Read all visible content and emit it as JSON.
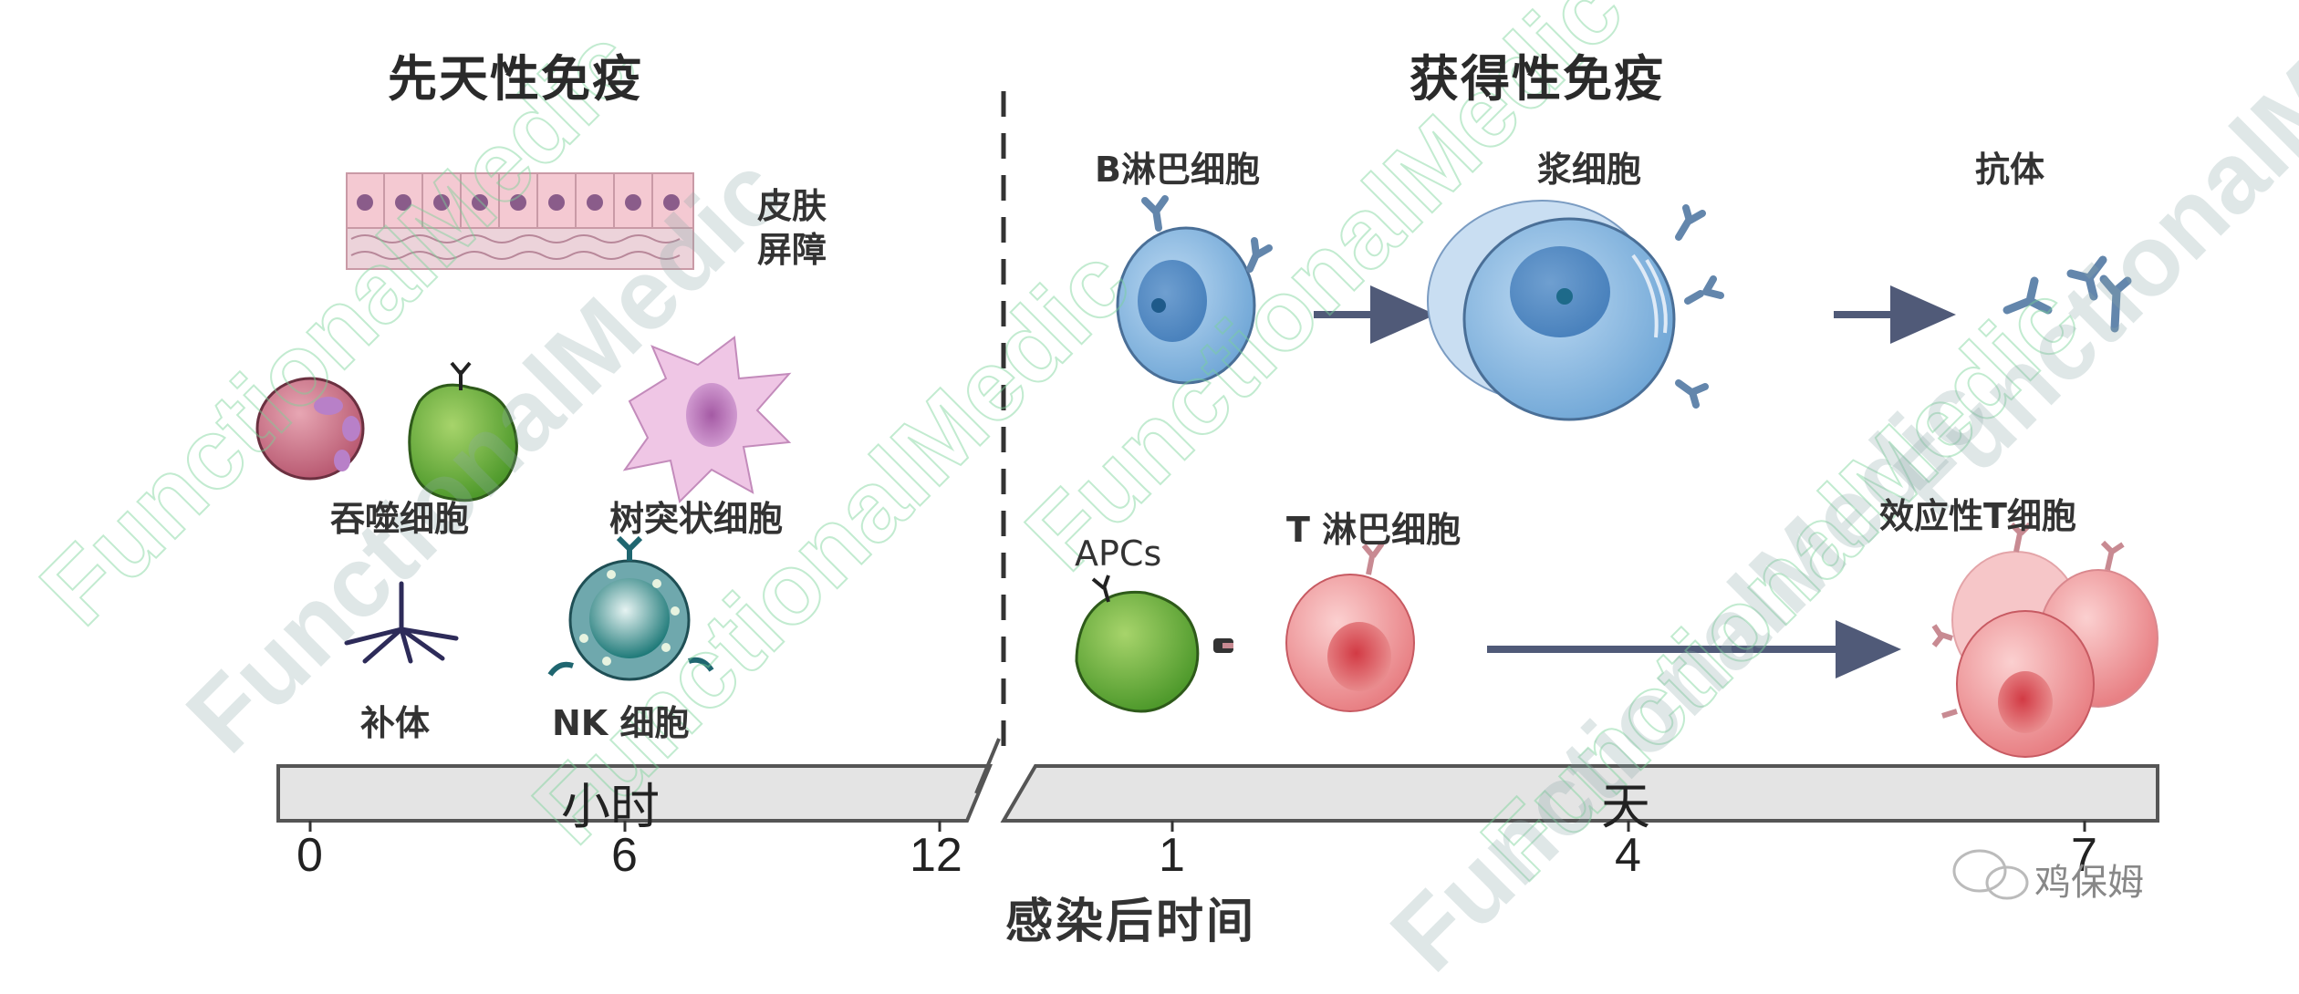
{
  "innate": {
    "title": "先天性免疫",
    "items": {
      "skin_barrier_line1": "皮肤",
      "skin_barrier_line2": "屏障",
      "phagocyte": "吞噬细胞",
      "dendritic": "树突状细胞",
      "complement": "补体",
      "nk_cell": "NK 细胞"
    }
  },
  "adaptive": {
    "title": "获得性免疫",
    "b_path": {
      "b_lymphocyte": "B淋巴细胞",
      "plasma_cell": "浆细胞",
      "antibody": "抗体"
    },
    "t_path": {
      "apcs": "APCs",
      "t_lymphocyte": "T 淋巴细胞",
      "effector_t": "效应性T细胞"
    }
  },
  "timeline": {
    "hours_label": "小时",
    "days_label": "天",
    "hour_ticks": [
      "0",
      "6",
      "12"
    ],
    "day_ticks": [
      "1",
      "4",
      "7"
    ],
    "axis_title": "感染后时间"
  },
  "watermark": {
    "text": "FunctionalMedic",
    "corner_logo_text": "鸡保姆"
  },
  "colors": {
    "b_cell": "#7fb0dc",
    "t_cell": "#ea7f82",
    "apc": "#6aaa3a",
    "bar_fill": "#e4e4e4",
    "bar_stroke": "#555555"
  }
}
